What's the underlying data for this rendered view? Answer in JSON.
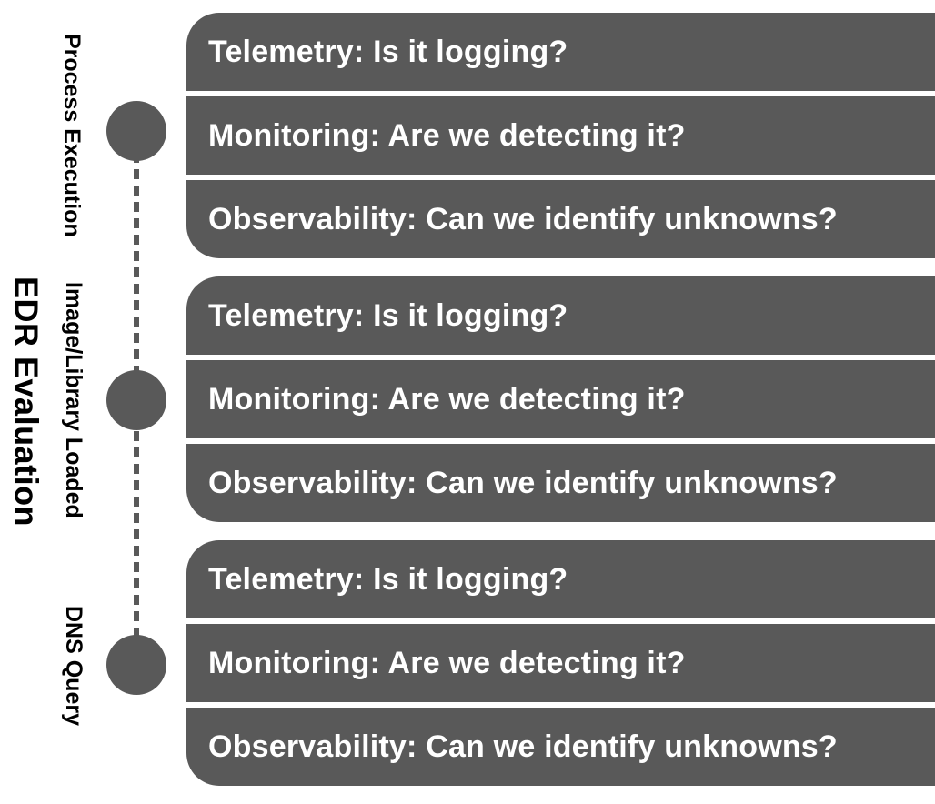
{
  "title": "EDR Evaluation",
  "colors": {
    "bar": "#595959",
    "bar-text": "#ffffff",
    "label-text": "#000000",
    "background": "#ffffff",
    "divider": "#ffffff"
  },
  "stages": [
    {
      "label": "Process Execution",
      "questions": [
        "Telemetry: Is it logging?",
        "Monitoring: Are we detecting it?",
        "Observability: Can we identify unknowns?"
      ]
    },
    {
      "label": "Image/Library Loaded",
      "questions": [
        "Telemetry: Is it logging?",
        "Monitoring: Are we detecting it?",
        "Observability: Can we identify unknowns?"
      ]
    },
    {
      "label": "DNS Query",
      "questions": [
        "Telemetry: Is it logging?",
        "Monitoring: Are we detecting it?",
        "Observability: Can we identify unknowns?"
      ]
    }
  ]
}
